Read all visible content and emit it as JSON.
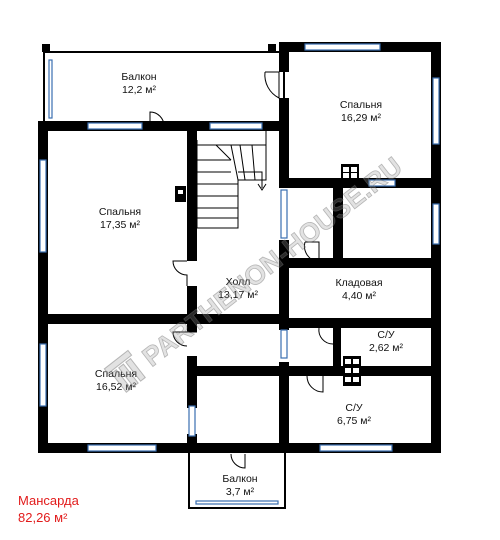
{
  "rooms": [
    {
      "name": "Балкон",
      "area": "12,2 м²"
    },
    {
      "name": "Спальня",
      "area": "16,29 м²"
    },
    {
      "name": "Спальня",
      "area": "17,35 м²"
    },
    {
      "name": "Холл",
      "area": "13,17 м²"
    },
    {
      "name": "Кладовая",
      "area": "4,40 м²"
    },
    {
      "name": "С/У",
      "area": "2,62 м²"
    },
    {
      "name": "Спальня",
      "area": "16,52 м²"
    },
    {
      "name": "С/У",
      "area": "6,75 м²"
    },
    {
      "name": "Балкон",
      "area": "3,7 м²"
    }
  ],
  "floor": {
    "name": "Мансарда",
    "area": "82,26 м²"
  },
  "watermark": {
    "text": "PARTHENON-HOUSE.RU"
  },
  "colors": {
    "walls": "#000000",
    "windows": "#3a6fb0",
    "floor_caption": "#e21b1b",
    "watermark": "#9a9a9a"
  }
}
